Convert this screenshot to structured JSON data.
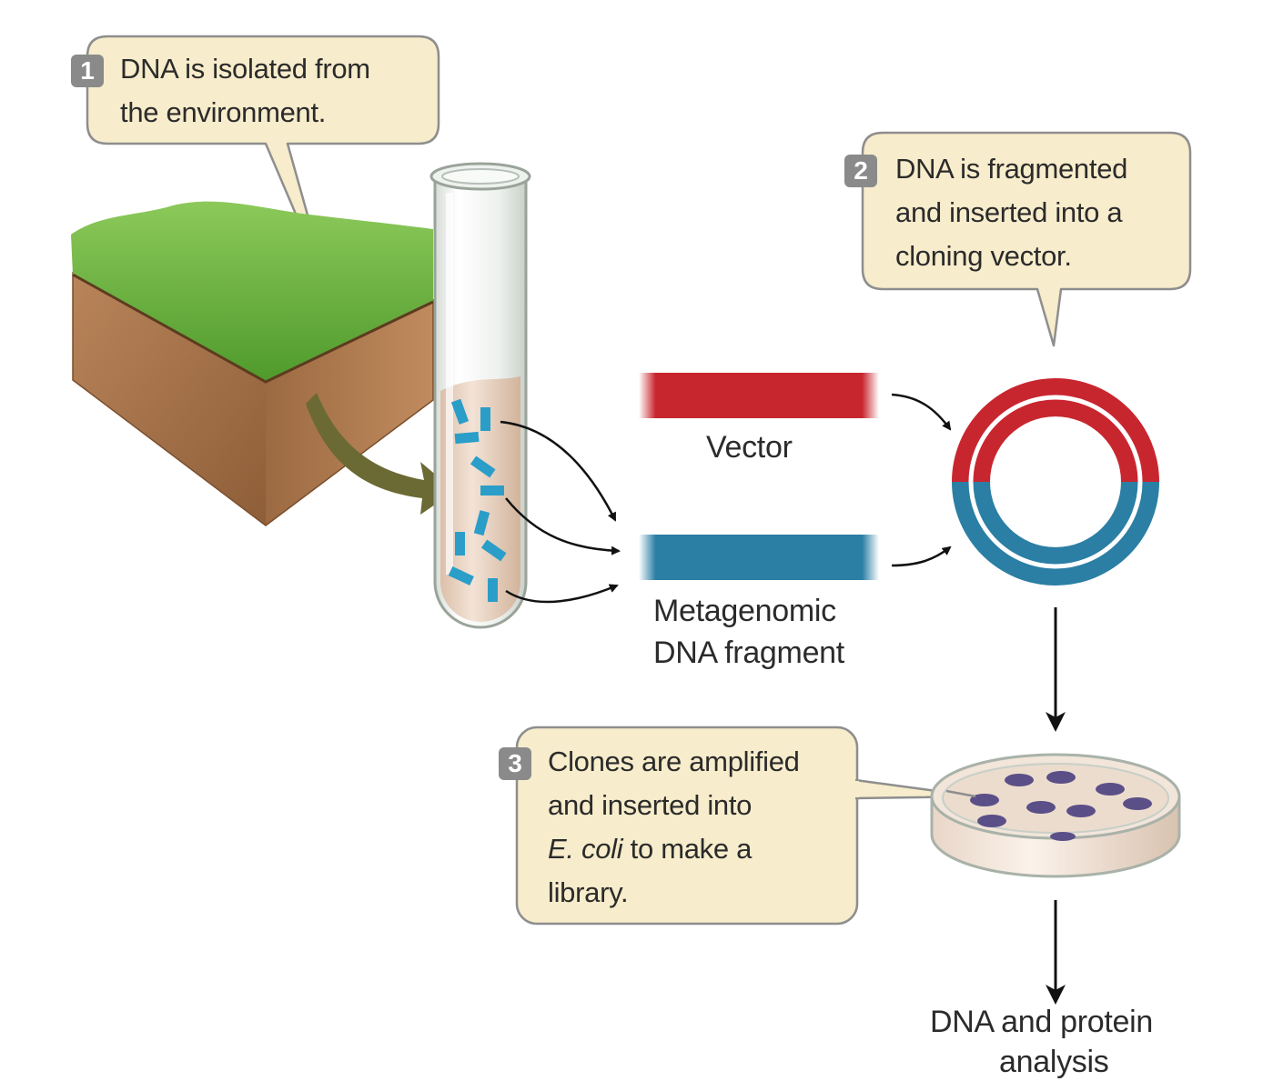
{
  "steps": [
    {
      "number": "1",
      "lines": [
        "DNA is isolated from",
        "the environment."
      ]
    },
    {
      "number": "2",
      "lines": [
        "DNA is fragmented",
        "and inserted into a",
        "cloning vector."
      ]
    },
    {
      "number": "3",
      "lines": [
        "Clones are amplified",
        "and inserted into"
      ],
      "line3_italic": "E. coli",
      "line3_rest": " to make a",
      "line4": "library."
    }
  ],
  "labels": {
    "vector": "Vector",
    "fragment_line1": "Metagenomic",
    "fragment_line2": "DNA fragment",
    "analysis_line1": "DNA and protein",
    "analysis_line2": "analysis"
  },
  "colors": {
    "vector_red": "#c8262f",
    "fragment_blue": "#2b7ea4",
    "callout_fill": "#f7eccb",
    "soil_brown": "#a8744a",
    "grass_green": "#6fb33a",
    "arrow_olive": "#6b6a34"
  }
}
